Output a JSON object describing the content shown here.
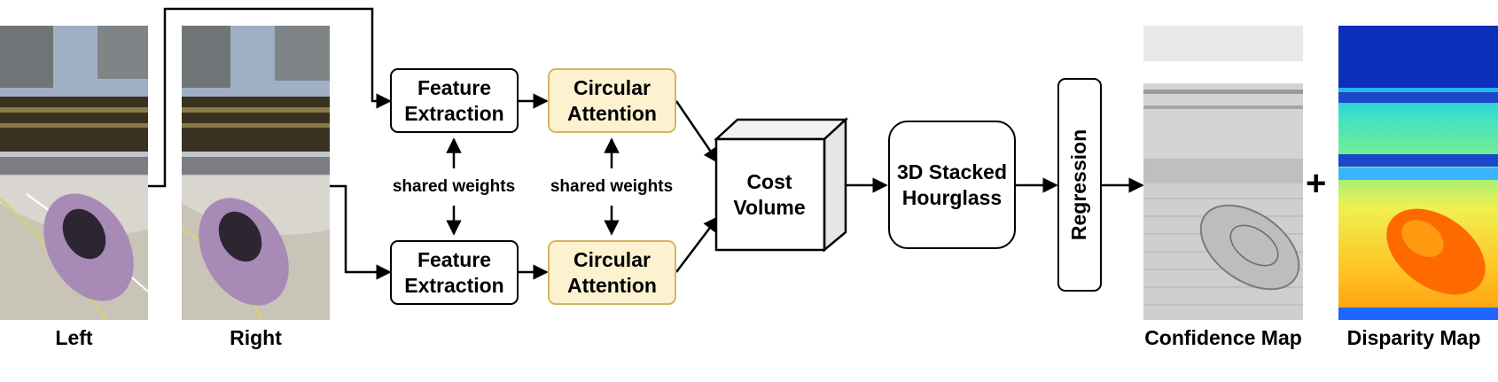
{
  "inputs": {
    "left_caption": "Left",
    "right_caption": "Right"
  },
  "encoder": {
    "feature_top": [
      "Feature",
      "Extraction"
    ],
    "feature_bottom": [
      "Feature",
      "Extraction"
    ],
    "attention_top": [
      "Circular",
      "Attention"
    ],
    "attention_bottom": [
      "Circular",
      "Attention"
    ],
    "shared_feature": "shared weights",
    "shared_attention": "shared weights"
  },
  "cost_volume": [
    "Cost",
    "Volume"
  ],
  "hourglass": [
    "3D Stacked",
    "Hourglass"
  ],
  "regression": "Regression",
  "outputs": {
    "confidence_caption": "Confidence Map",
    "disparity_caption": "Disparity Map",
    "plus": "+"
  },
  "colors": {
    "attention_fill": "#fdf2cf",
    "attention_border": "#d4b461"
  }
}
